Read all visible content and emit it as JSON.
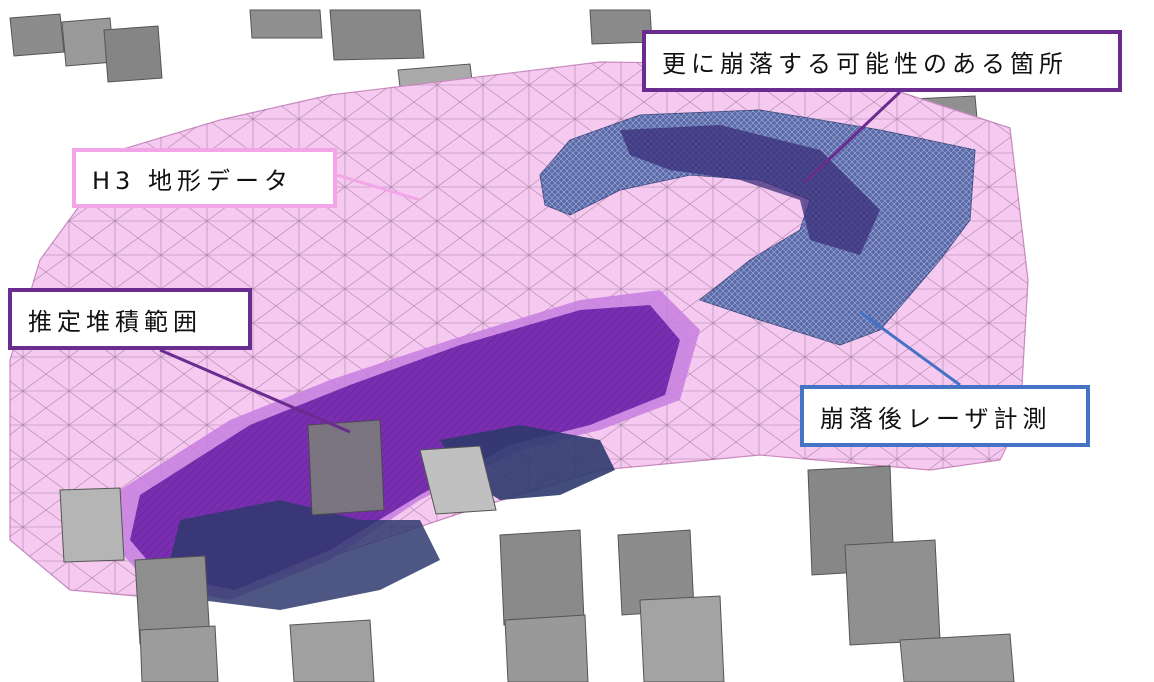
{
  "labels": {
    "collapse_risk": "更に崩落する可能性のある箇所",
    "h3_terrain": "H3 地形データ",
    "estimated_deposit": "推定堆積範囲",
    "laser_survey": "崩落後レーザ計測"
  },
  "colors": {
    "collapse_risk_border": "#6a2c8e",
    "h3_terrain_border": "#f2a6e8",
    "estimated_deposit_border": "#6a2c8e",
    "laser_survey_border": "#4472c4",
    "terrain_fill": "#f6c9f0",
    "mesh_line": "#6b4e6b",
    "deposit_fill": "#7a2db0",
    "laser_scan_fill": "#4a5a9a",
    "building_fill": "#8c8c8c"
  }
}
